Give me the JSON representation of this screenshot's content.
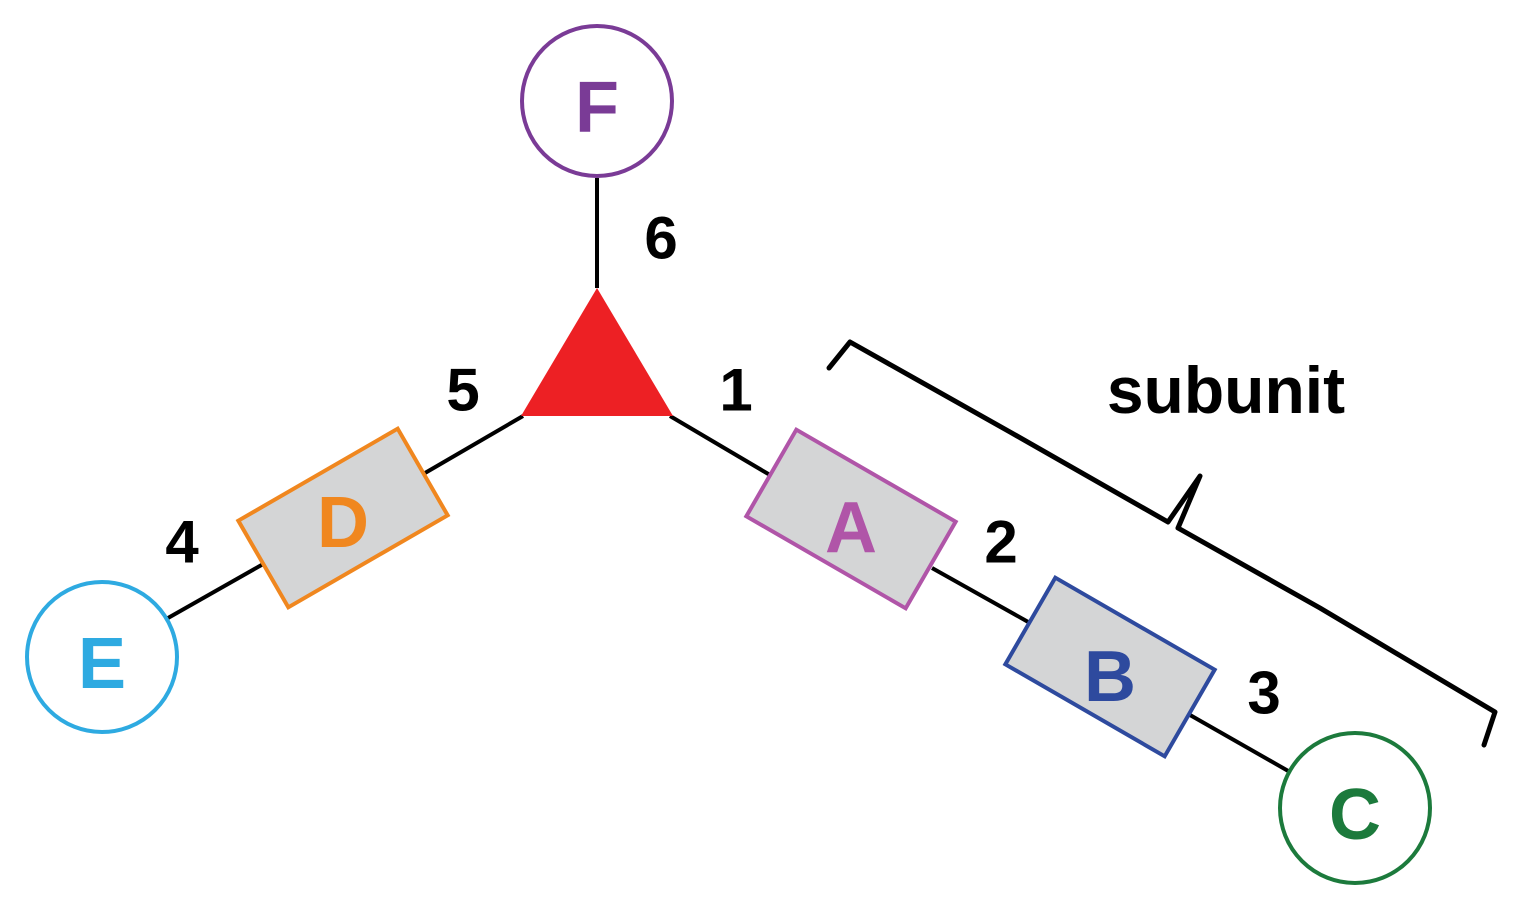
{
  "colors": {
    "core": "#ed2024",
    "box_fill": "#d4d5d6",
    "A": "#b055a8",
    "B": "#2e4a9e",
    "C": "#1c7a3c",
    "D": "#f0871f",
    "E": "#2eaae1",
    "F": "#7a3b96",
    "line": "#000000"
  },
  "nodes": {
    "A": "A",
    "B": "B",
    "C": "C",
    "D": "D",
    "E": "E",
    "F": "F"
  },
  "positions": {
    "p1": "1",
    "p2": "2",
    "p3": "3",
    "p4": "4",
    "p5": "5",
    "p6": "6"
  },
  "subunit_label": "subunit"
}
